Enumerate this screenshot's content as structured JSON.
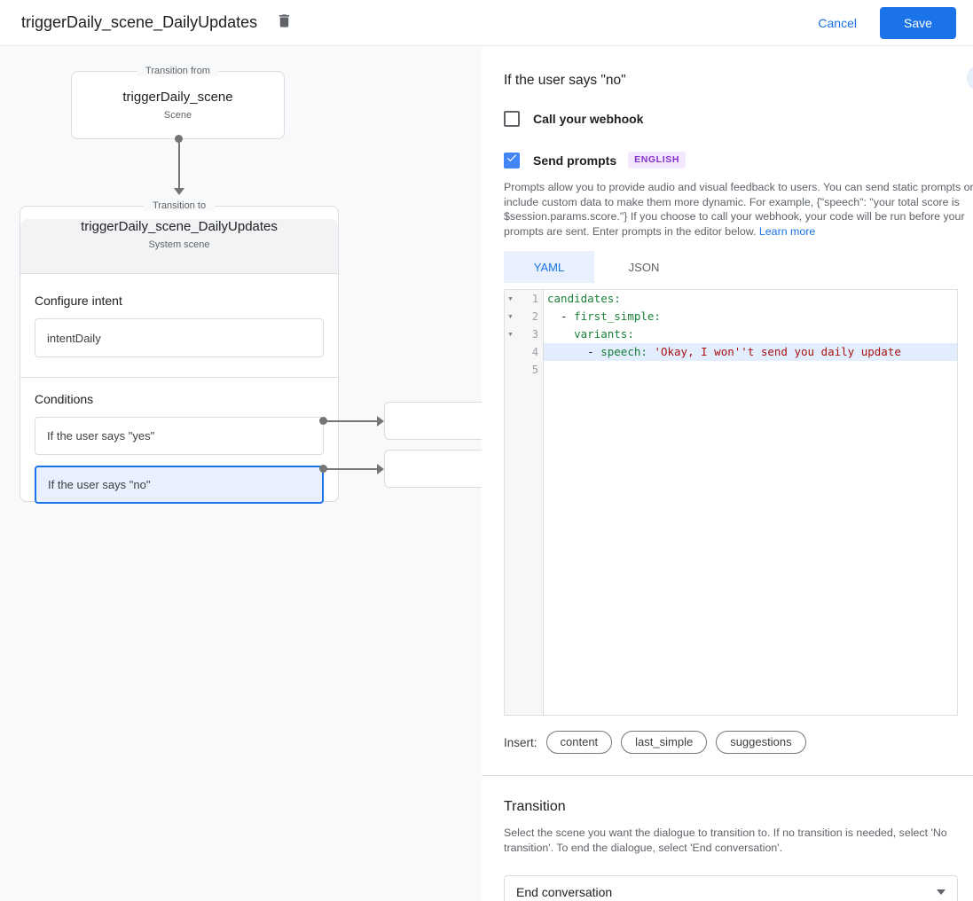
{
  "topbar": {
    "title": "triggerDaily_scene_DailyUpdates",
    "cancel_label": "Cancel",
    "save_label": "Save"
  },
  "flow": {
    "from": {
      "legend": "Transition from",
      "title": "triggerDaily_scene",
      "subtitle": "Scene"
    },
    "to": {
      "legend": "Transition to",
      "title": "triggerDaily_scene_DailyUpdates",
      "subtitle": "System scene"
    },
    "configure_intent": {
      "label": "Configure intent",
      "value": "intentDaily"
    },
    "conditions": {
      "label": "Conditions",
      "items": [
        {
          "label": "If the user says \"yes\"",
          "selected": false
        },
        {
          "label": "If the user says \"no\"",
          "selected": true
        }
      ]
    }
  },
  "panel": {
    "heading": "If the user says \"no\"",
    "webhook": {
      "label": "Call your webhook",
      "checked": false
    },
    "send_prompts": {
      "label": "Send prompts",
      "checked": true,
      "badge": "ENGLISH"
    },
    "description": "Prompts allow you to provide audio and visual feedback to users. You can send static prompts or include custom data to make them more dynamic. For example, {\"speech\": \"your total score is $session.params.score.\"} If you choose to call your webhook, your code will be run before your prompts are sent. Enter prompts in the editor below. ",
    "learn_more": "Learn more",
    "tabs": [
      {
        "label": "YAML",
        "selected": true
      },
      {
        "label": "JSON",
        "selected": false
      }
    ],
    "editor": {
      "lines": [
        {
          "number": "1",
          "fold": true,
          "active": false,
          "parts": [
            {
              "cls": "key",
              "text": "candidates:"
            }
          ]
        },
        {
          "number": "2",
          "fold": true,
          "active": false,
          "parts": [
            {
              "cls": "plain",
              "text": "  - "
            },
            {
              "cls": "key",
              "text": "first_simple:"
            }
          ]
        },
        {
          "number": "3",
          "fold": true,
          "active": false,
          "parts": [
            {
              "cls": "plain",
              "text": "    "
            },
            {
              "cls": "key",
              "text": "variants:"
            }
          ]
        },
        {
          "number": "4",
          "fold": false,
          "active": true,
          "parts": [
            {
              "cls": "plain",
              "text": "      - "
            },
            {
              "cls": "key",
              "text": "speech:"
            },
            {
              "cls": "plain",
              "text": " "
            },
            {
              "cls": "string",
              "text": "'Okay, I won''t send you daily update"
            }
          ]
        },
        {
          "number": "5",
          "fold": false,
          "active": false,
          "parts": []
        }
      ]
    },
    "insert": {
      "label": "Insert:",
      "chips": [
        "content",
        "last_simple",
        "suggestions"
      ]
    },
    "transition": {
      "heading": "Transition",
      "description": "Select the scene you want the dialogue to transition to. If no transition is needed, select 'No transition'. To end the dialogue, select 'End conversation'.",
      "dropdown_value": "End conversation"
    }
  },
  "colors": {
    "accent_blue": "#1a73e8",
    "checkbox_blue": "#4285f4",
    "selected_condition_bg": "#e8f0fe",
    "badge_bg": "#f3e8fd",
    "badge_text": "#8430ce",
    "code_key": "#188038",
    "code_string": "#a81414",
    "canvas_bg": "#f8f9fa"
  }
}
